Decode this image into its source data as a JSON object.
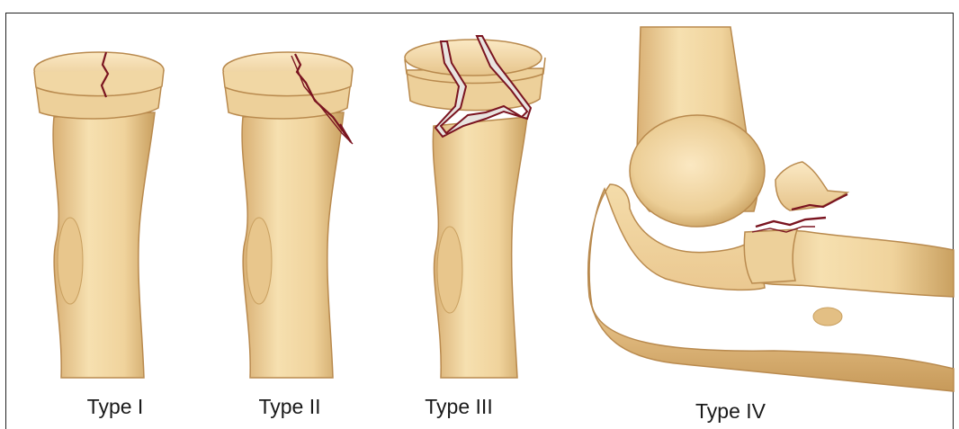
{
  "panels": [
    {
      "id": "type-1",
      "caption": "Type I"
    },
    {
      "id": "type-2",
      "caption": "Type II"
    },
    {
      "id": "type-3",
      "caption": "Type III"
    },
    {
      "id": "type-4",
      "caption": "Type IV"
    }
  ],
  "colors": {
    "bone_light": "#f3dcaa",
    "bone_mid": "#e7c388",
    "bone_shadow": "#c99d5c",
    "outline": "#b98a4e",
    "fracture": "#7a1420",
    "fracture_fill": "#e8e4e0"
  }
}
